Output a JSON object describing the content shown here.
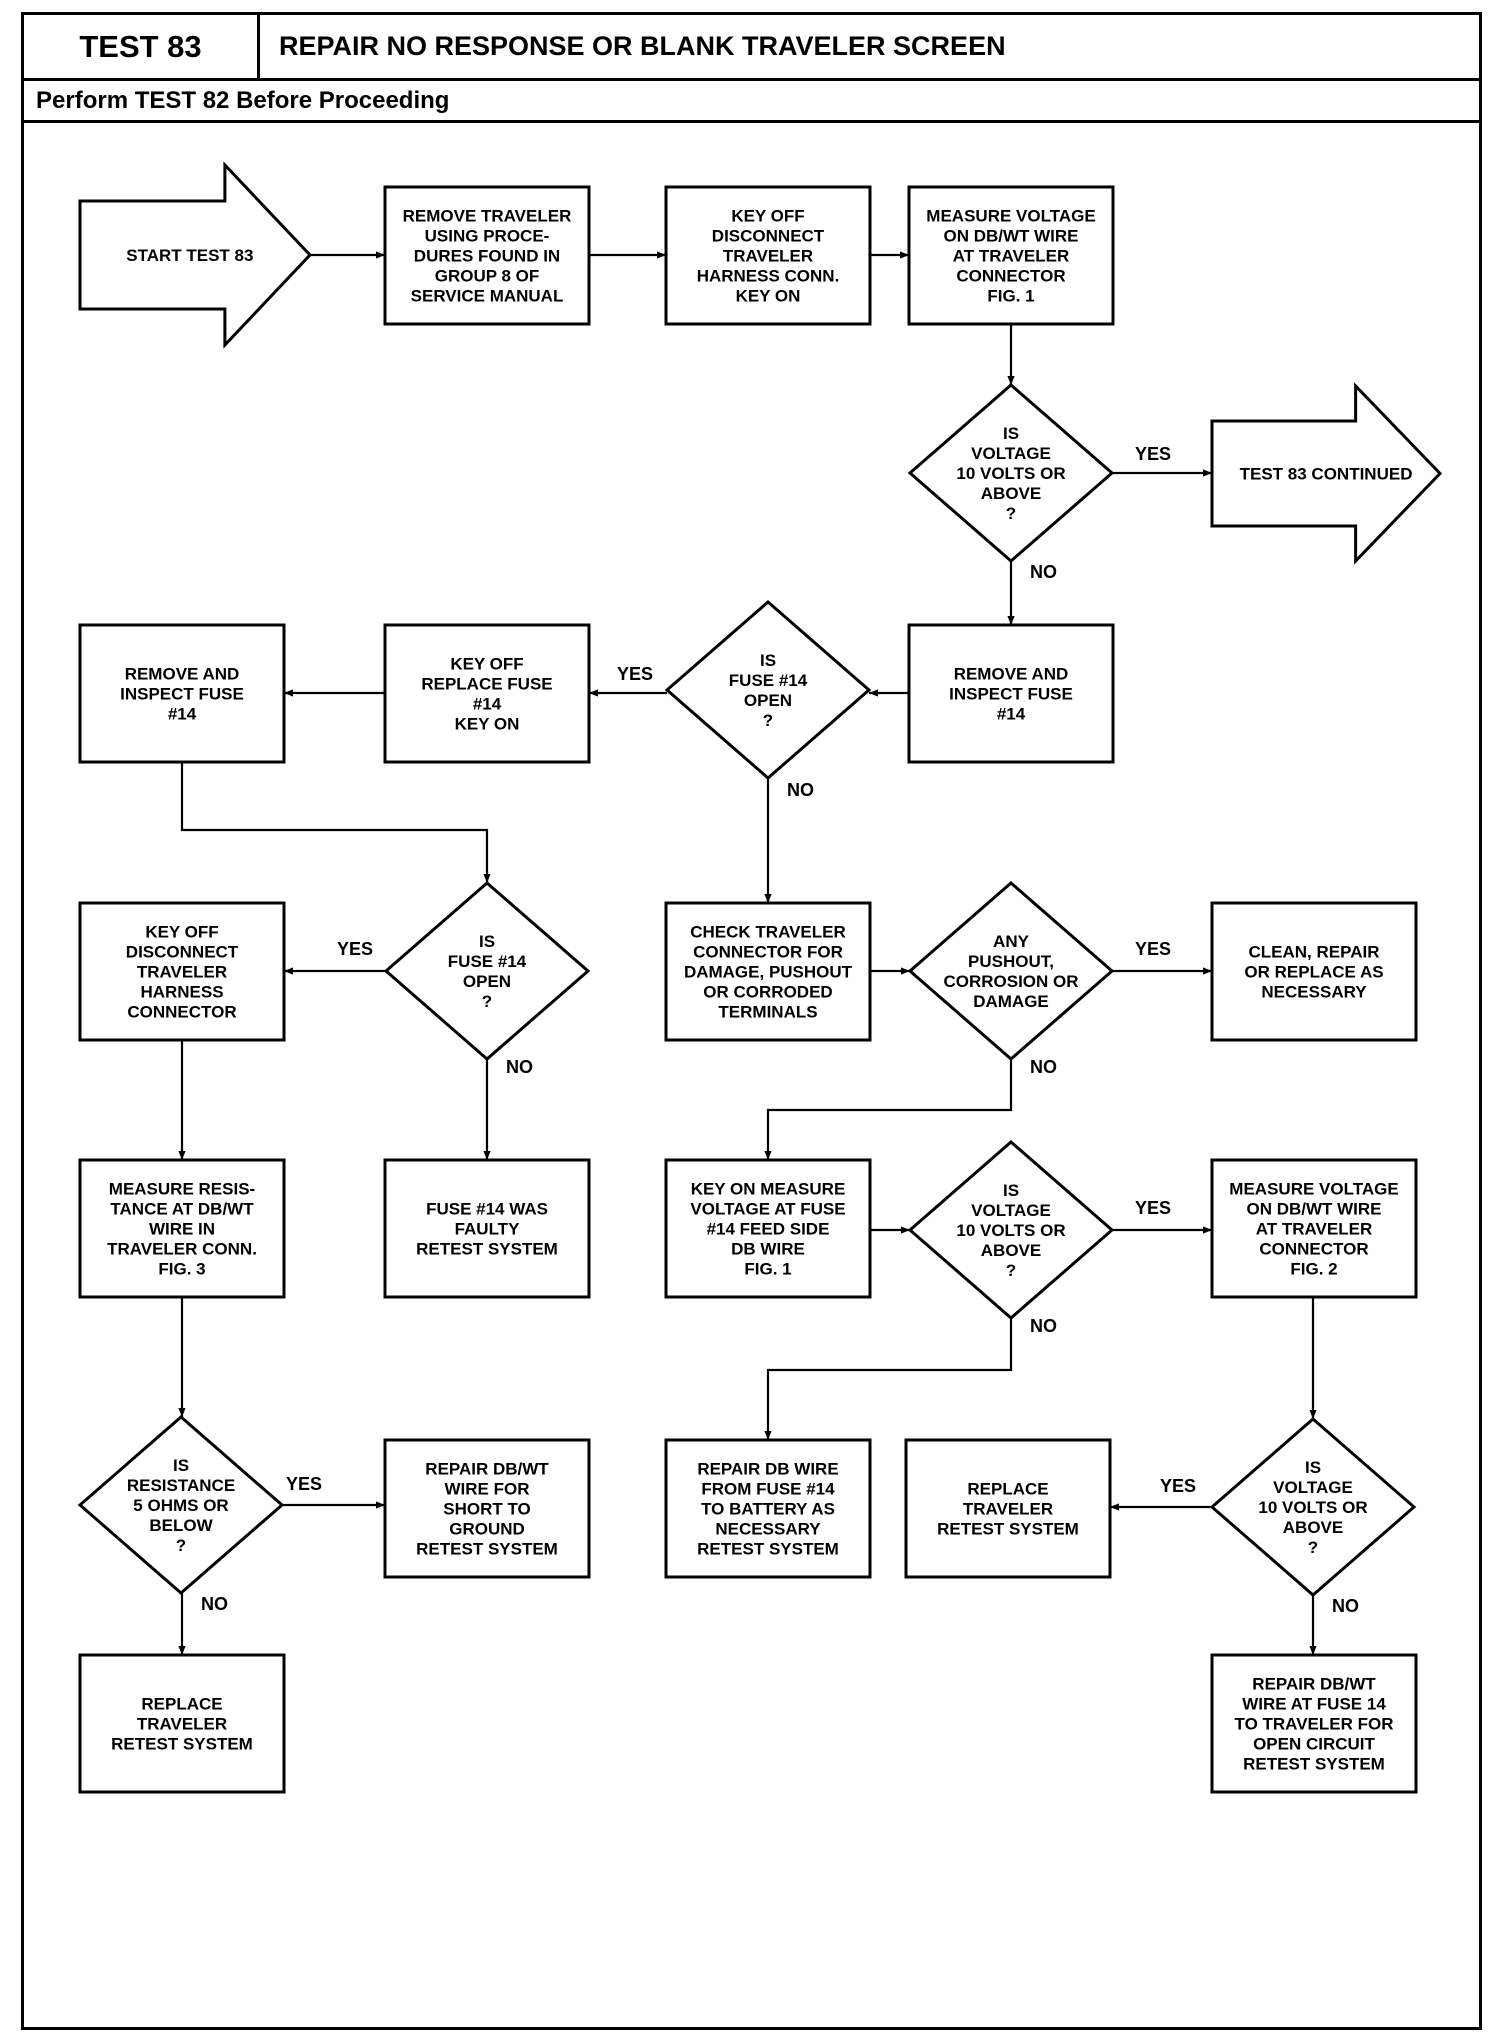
{
  "header": {
    "test_number": "TEST 83",
    "title": "REPAIR NO RESPONSE OR BLANK TRAVELER SCREEN",
    "prerequisite": "Perform TEST 82 Before Proceeding"
  },
  "nodes": [
    {
      "id": "start",
      "lines": [
        "START TEST 83"
      ]
    },
    {
      "id": "remove-traveler",
      "lines": [
        "REMOVE TRAVELER",
        "USING PROCE-",
        "DURES FOUND IN",
        "GROUP 8 OF",
        "SERVICE MANUAL"
      ]
    },
    {
      "id": "key-off-disconnect-1",
      "lines": [
        "KEY OFF",
        "DISCONNECT",
        "TRAVELER",
        "HARNESS CONN.",
        "KEY ON"
      ]
    },
    {
      "id": "measure-voltage-fig1",
      "lines": [
        "MEASURE VOLTAGE",
        "ON DB/WT WIRE",
        "AT TRAVELER",
        "CONNECTOR",
        "FIG. 1"
      ]
    },
    {
      "id": "is-voltage-10-1",
      "lines": [
        "IS",
        "VOLTAGE",
        "10 VOLTS OR",
        "ABOVE",
        "?"
      ]
    },
    {
      "id": "test83-continued",
      "lines": [
        "TEST 83 CONTINUED"
      ]
    },
    {
      "id": "remove-inspect-fuse-1",
      "lines": [
        "REMOVE AND",
        "INSPECT FUSE",
        "#14"
      ]
    },
    {
      "id": "is-fuse-open-1",
      "lines": [
        "IS",
        "FUSE #14",
        "OPEN",
        "?"
      ]
    },
    {
      "id": "key-off-replace-fuse",
      "lines": [
        "KEY OFF",
        "REPLACE FUSE",
        "#14",
        "KEY ON"
      ]
    },
    {
      "id": "remove-inspect-fuse-2",
      "lines": [
        "REMOVE AND",
        "INSPECT FUSE",
        "#14"
      ]
    },
    {
      "id": "is-fuse-open-2",
      "lines": [
        "IS",
        "FUSE #14",
        "OPEN",
        "?"
      ]
    },
    {
      "id": "key-off-disconnect-2",
      "lines": [
        "KEY OFF",
        "DISCONNECT",
        "TRAVELER",
        "HARNESS",
        "CONNECTOR"
      ]
    },
    {
      "id": "fuse-faulty",
      "lines": [
        "FUSE #14 WAS",
        "FAULTY",
        "RETEST SYSTEM"
      ]
    },
    {
      "id": "check-connector",
      "lines": [
        "CHECK TRAVELER",
        "CONNECTOR FOR",
        "DAMAGE, PUSHOUT",
        "OR CORRODED",
        "TERMINALS"
      ]
    },
    {
      "id": "any-pushout",
      "lines": [
        "ANY",
        "PUSHOUT,",
        "CORROSION OR",
        "DAMAGE"
      ]
    },
    {
      "id": "clean-repair",
      "lines": [
        "CLEAN, REPAIR",
        "OR REPLACE AS",
        "NECESSARY"
      ]
    },
    {
      "id": "measure-resistance",
      "lines": [
        "MEASURE RESIS-",
        "TANCE AT DB/WT",
        "WIRE IN",
        "TRAVELER CONN.",
        "FIG. 3"
      ]
    },
    {
      "id": "key-on-measure-feed",
      "lines": [
        "KEY ON MEASURE",
        "VOLTAGE AT FUSE",
        "#14 FEED SIDE",
        "DB WIRE",
        "FIG. 1"
      ]
    },
    {
      "id": "is-voltage-10-2",
      "lines": [
        "IS",
        "VOLTAGE",
        "10 VOLTS OR",
        "ABOVE",
        "?"
      ]
    },
    {
      "id": "measure-voltage-fig2",
      "lines": [
        "MEASURE VOLTAGE",
        "ON DB/WT WIRE",
        "AT TRAVELER",
        "CONNECTOR",
        "FIG. 2"
      ]
    },
    {
      "id": "is-resistance-5",
      "lines": [
        "IS",
        "RESISTANCE",
        "5 OHMS OR",
        "BELOW",
        "?"
      ]
    },
    {
      "id": "repair-short",
      "lines": [
        "REPAIR DB/WT",
        "WIRE FOR",
        "SHORT TO",
        "GROUND",
        "RETEST SYSTEM"
      ]
    },
    {
      "id": "repair-db-wire",
      "lines": [
        "REPAIR DB WIRE",
        "FROM FUSE #14",
        "TO BATTERY AS",
        "NECESSARY",
        "RETEST SYSTEM"
      ]
    },
    {
      "id": "replace-traveler-1",
      "lines": [
        "REPLACE",
        "TRAVELER",
        "RETEST SYSTEM"
      ]
    },
    {
      "id": "is-voltage-10-3",
      "lines": [
        "IS",
        "VOLTAGE",
        "10 VOLTS OR",
        "ABOVE",
        "?"
      ]
    },
    {
      "id": "replace-traveler-2",
      "lines": [
        "REPLACE",
        "TRAVELER",
        "RETEST SYSTEM"
      ]
    },
    {
      "id": "repair-open-circuit",
      "lines": [
        "REPAIR DB/WT",
        "WIRE AT FUSE 14",
        "TO TRAVELER FOR",
        "OPEN CIRCUIT",
        "RETEST SYSTEM"
      ]
    }
  ],
  "labels": {
    "yes": "YES",
    "no": "NO"
  }
}
